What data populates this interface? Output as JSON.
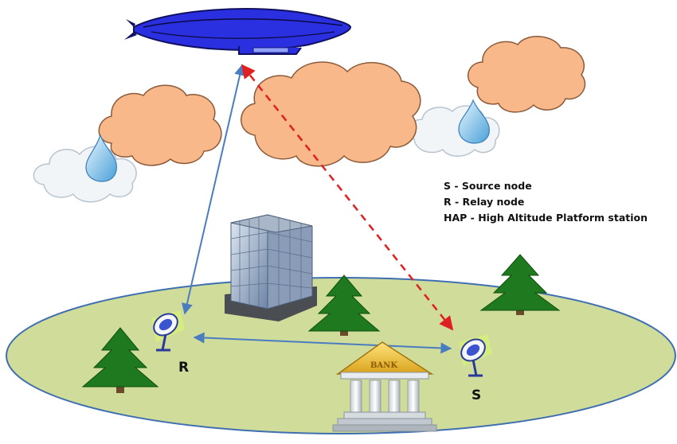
{
  "legend": {
    "source": "S - Source node",
    "relay": "R - Relay node",
    "hap": "HAP - High Altitude Platform station"
  },
  "nodes": {
    "relay_label": "R",
    "source_label": "S"
  },
  "bank": {
    "sign": "BANK"
  },
  "colors": {
    "ground": "#cfdc9a",
    "ground_edge": "#3f6fb0",
    "cloud": "#f9b88a",
    "cloud_edge": "#8b5a3a",
    "rain_cloud": "#f2f5f8",
    "blimp": "#2a30e0",
    "tree": "#1f7a1f",
    "link_solid": "#4a7cc0",
    "link_dashed": "#e02020"
  }
}
